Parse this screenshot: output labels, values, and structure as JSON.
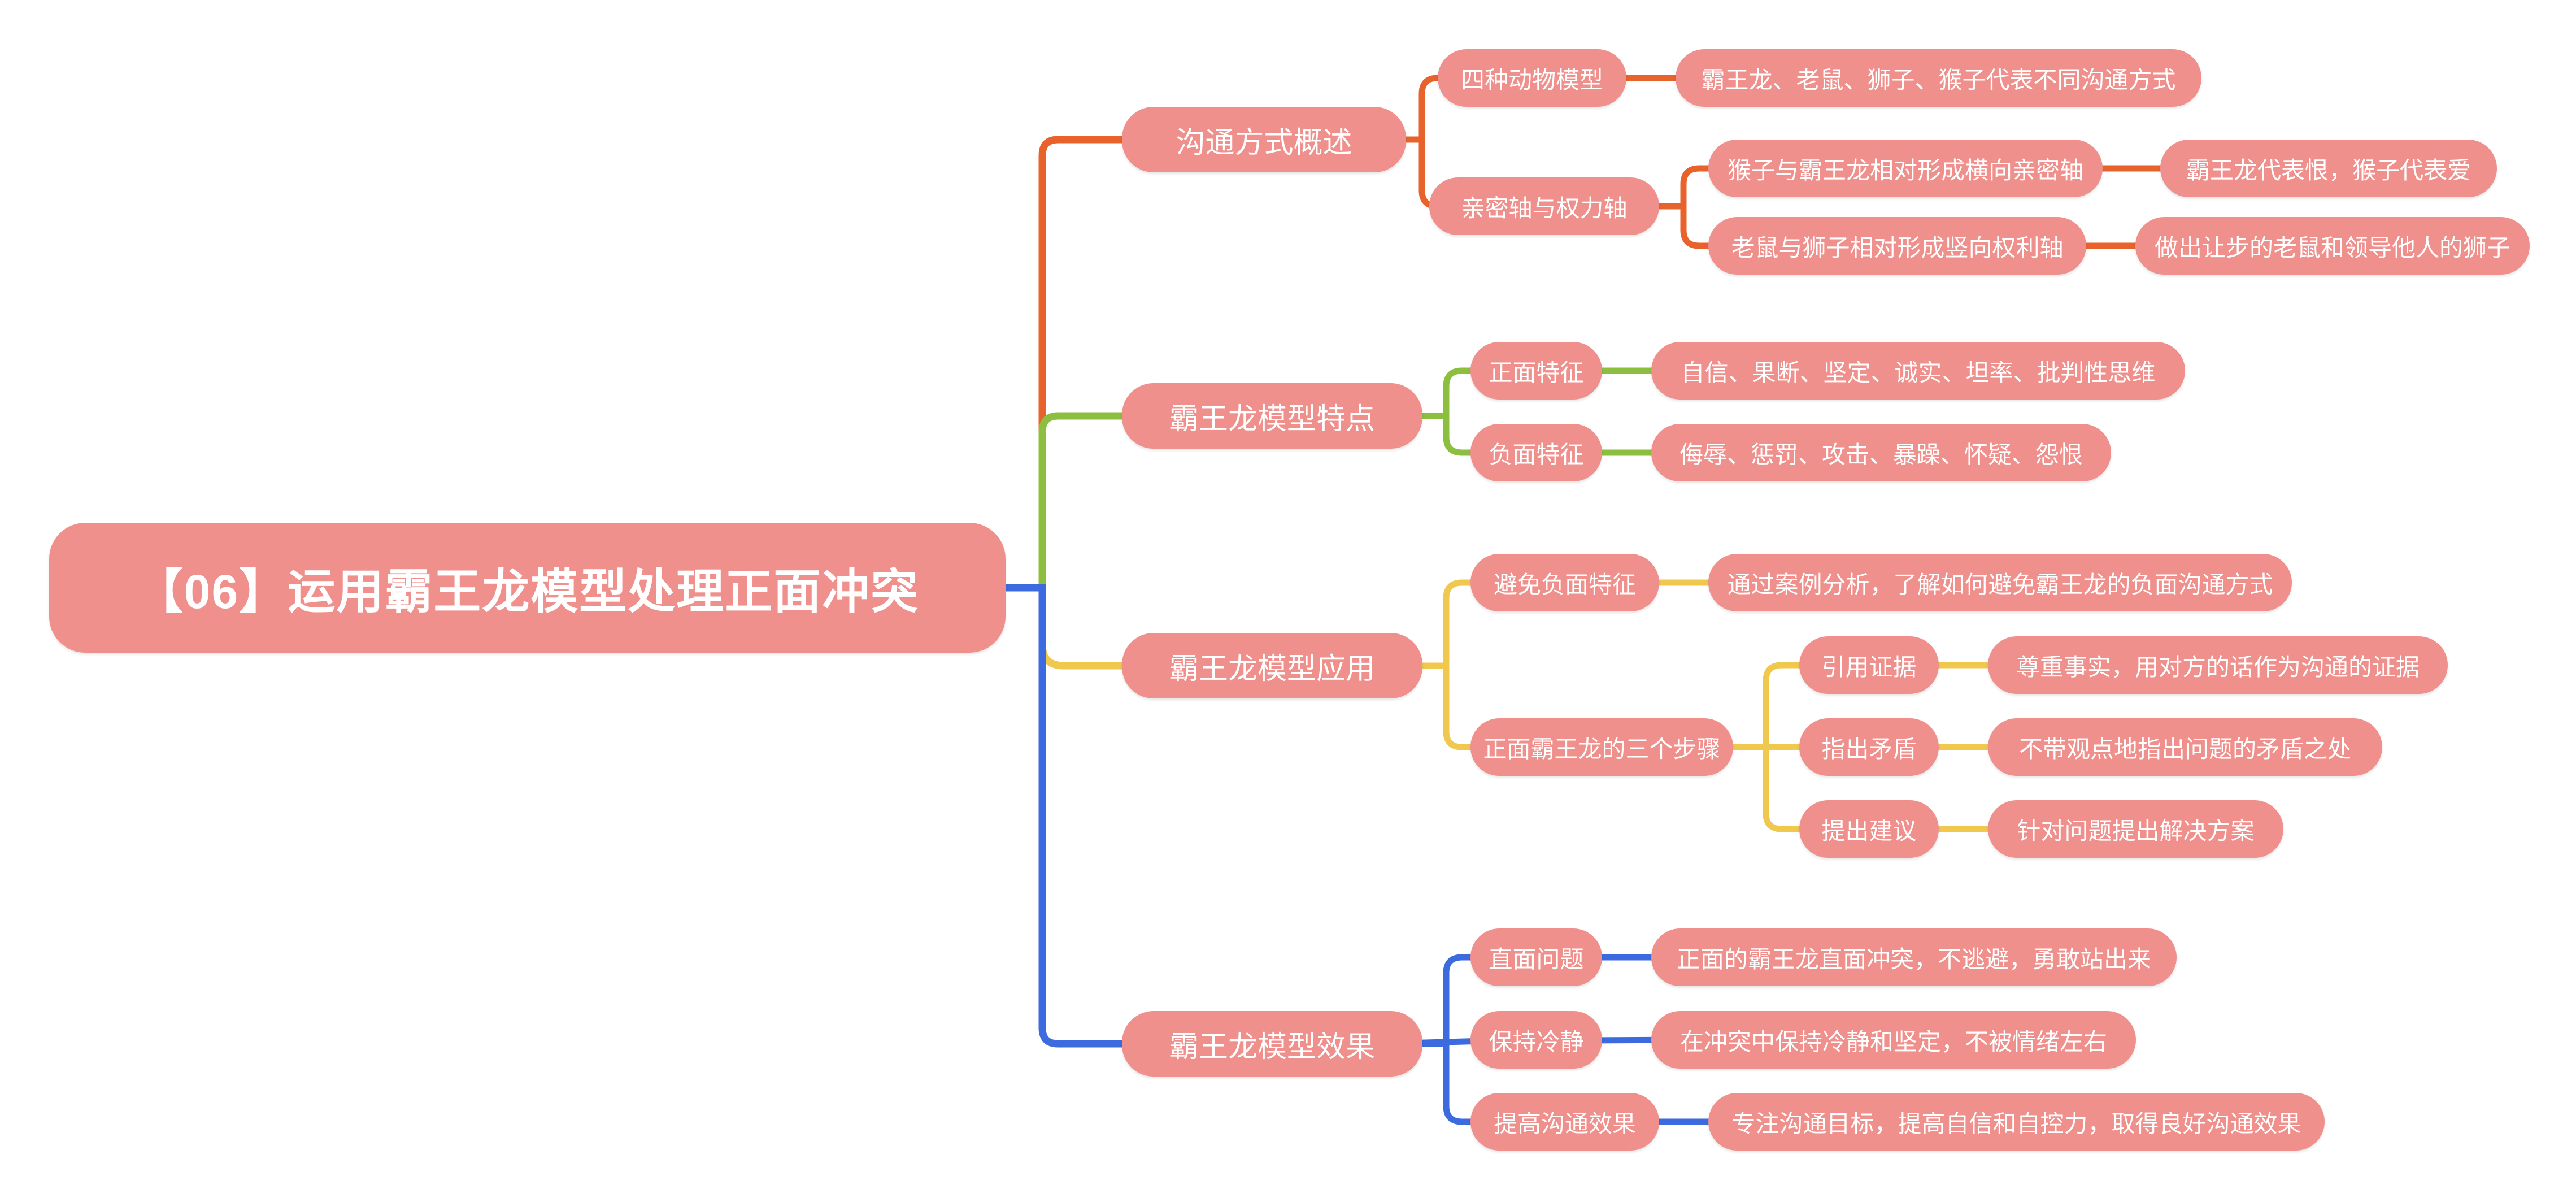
{
  "mindmap": {
    "root": "【06】运用霸王龙模型处理正面冲突",
    "branches": [
      {
        "label": "沟通方式概述",
        "children": [
          {
            "label": "四种动物模型",
            "children": [
              {
                "label": "霸王龙、老鼠、狮子、猴子代表不同沟通方式"
              }
            ]
          },
          {
            "label": "亲密轴与权力轴",
            "children": [
              {
                "label": "猴子与霸王龙相对形成横向亲密轴",
                "children": [
                  {
                    "label": "霸王龙代表恨，猴子代表爱"
                  }
                ]
              },
              {
                "label": "老鼠与狮子相对形成竖向权利轴",
                "children": [
                  {
                    "label": "做出让步的老鼠和领导他人的狮子"
                  }
                ]
              }
            ]
          }
        ]
      },
      {
        "label": "霸王龙模型特点",
        "children": [
          {
            "label": "正面特征",
            "children": [
              {
                "label": "自信、果断、坚定、诚实、坦率、批判性思维"
              }
            ]
          },
          {
            "label": "负面特征",
            "children": [
              {
                "label": "侮辱、惩罚、攻击、暴躁、怀疑、怨恨"
              }
            ]
          }
        ]
      },
      {
        "label": "霸王龙模型应用",
        "children": [
          {
            "label": "避免负面特征",
            "children": [
              {
                "label": "通过案例分析，了解如何避免霸王龙的负面沟通方式"
              }
            ]
          },
          {
            "label": "正面霸王龙的三个步骤",
            "children": [
              {
                "label": "引用证据",
                "children": [
                  {
                    "label": "尊重事实，用对方的话作为沟通的证据"
                  }
                ]
              },
              {
                "label": "指出矛盾",
                "children": [
                  {
                    "label": "不带观点地指出问题的矛盾之处"
                  }
                ]
              },
              {
                "label": "提出建议",
                "children": [
                  {
                    "label": "针对问题提出解决方案"
                  }
                ]
              }
            ]
          }
        ]
      },
      {
        "label": "霸王龙模型效果",
        "children": [
          {
            "label": "直面问题",
            "children": [
              {
                "label": "正面的霸王龙直面冲突，不逃避，勇敢站出来"
              }
            ]
          },
          {
            "label": "保持冷静",
            "children": [
              {
                "label": "在冲突中保持冷静和坚定，不被情绪左右"
              }
            ]
          },
          {
            "label": "提高沟通效果",
            "children": [
              {
                "label": "专注沟通目标，提高自信和自控力，取得良好沟通效果"
              }
            ]
          }
        ]
      }
    ]
  },
  "colors": {
    "background": "#FFFFFF",
    "node_fill": "#F0908D",
    "node_text": "#FFFFFF",
    "branch_overview": "#E8632C",
    "branch_traits": "#8CBE3F",
    "branch_application": "#F0C84E",
    "branch_effect": "#3B6BDF"
  }
}
